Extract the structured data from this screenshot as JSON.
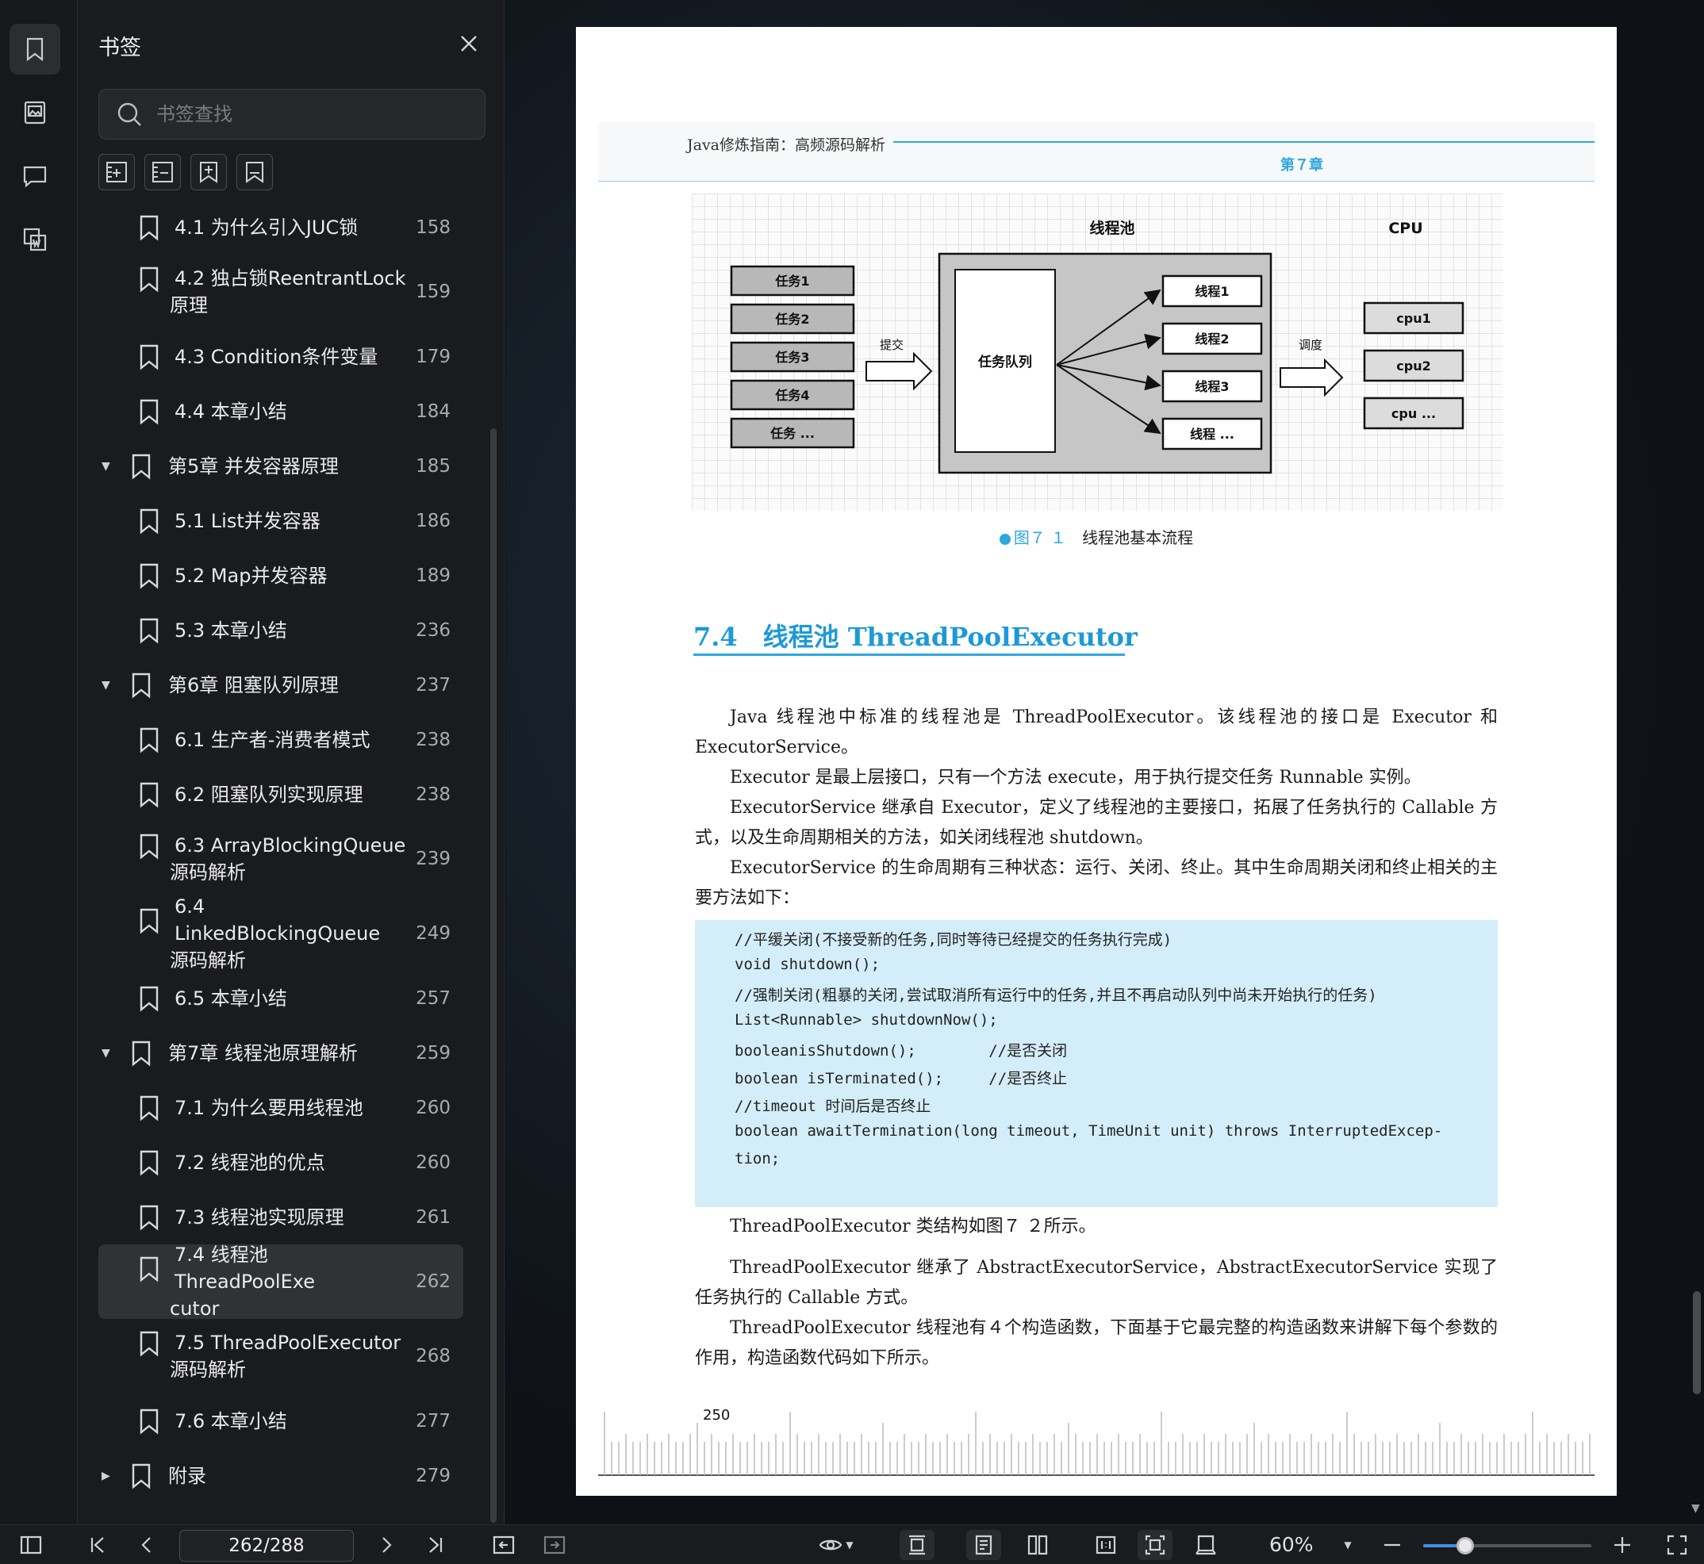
{
  "panel": {
    "title": "书签",
    "search_placeholder": "书签查找"
  },
  "toc": [
    {
      "label": "4.1 为什么引入JUC锁",
      "page": "158",
      "level": 2
    },
    {
      "label": "4.2 独占锁ReentrantLock原理",
      "page": "159",
      "level": 2,
      "lines": [
        "4.2 独占锁ReentrantLock",
        "原理"
      ]
    },
    {
      "label": "4.3 Condition条件变量",
      "page": "179",
      "level": 2
    },
    {
      "label": "4.4 本章小结",
      "page": "184",
      "level": 2
    },
    {
      "label": "第5章 并发容器原理",
      "page": "185",
      "level": 1,
      "expanded": true
    },
    {
      "label": "5.1 List并发容器",
      "page": "186",
      "level": 2
    },
    {
      "label": "5.2 Map并发容器",
      "page": "189",
      "level": 2
    },
    {
      "label": "5.3 本章小结",
      "page": "236",
      "level": 2
    },
    {
      "label": "第6章 阻塞队列原理",
      "page": "237",
      "level": 1,
      "expanded": true
    },
    {
      "label": "6.1 生产者-消费者模式",
      "page": "238",
      "level": 2
    },
    {
      "label": "6.2 阻塞队列实现原理",
      "page": "238",
      "level": 2
    },
    {
      "label": "6.3 ArrayBlockingQueue源码解析",
      "page": "239",
      "level": 2,
      "lines": [
        "6.3 ArrayBlockingQueue",
        "源码解析"
      ]
    },
    {
      "label": "6.4 LinkedBlockingQueue源码解析",
      "page": "249",
      "level": 2,
      "lines": [
        "6.4 LinkedBlockingQueue",
        "源码解析"
      ]
    },
    {
      "label": "6.5 本章小结",
      "page": "257",
      "level": 2
    },
    {
      "label": "第7章 线程池原理解析",
      "page": "259",
      "level": 1,
      "expanded": true
    },
    {
      "label": "7.1 为什么要用线程池",
      "page": "260",
      "level": 2
    },
    {
      "label": "7.2 线程池的优点",
      "page": "260",
      "level": 2
    },
    {
      "label": "7.3 线程池实现原理",
      "page": "261",
      "level": 2
    },
    {
      "label": "7.4 线程池ThreadPoolExecutor",
      "page": "262",
      "level": 2,
      "selected": true,
      "lines": [
        "7.4 线程池ThreadPoolExe",
        "cutor"
      ]
    },
    {
      "label": "7.5 ThreadPoolExecutor源码解析",
      "page": "268",
      "level": 2,
      "lines": [
        "7.5 ThreadPoolExecutor",
        "源码解析"
      ]
    },
    {
      "label": "7.6 本章小结",
      "page": "277",
      "level": 2
    },
    {
      "label": "附录",
      "page": "279",
      "level": 1,
      "expanded": false
    }
  ],
  "document": {
    "header_book": "Java修炼指南：高频源码解析",
    "header_chapter": "第７章",
    "diagram": {
      "pool_label": "线程池",
      "cpu_label": "CPU",
      "tasks": [
        "任务1",
        "任务2",
        "任务3",
        "任务4",
        "任务 ..."
      ],
      "submit_label": "提交",
      "queue_label": "任务队列",
      "threads": [
        "线程1",
        "线程2",
        "线程3",
        "线程 ..."
      ],
      "schedule_label": "调度",
      "cpus": [
        "cpu1",
        "cpu2",
        "cpu ..."
      ]
    },
    "caption_fig": "图７ １",
    "caption_text": "线程池基本流程",
    "section_title": "7.4　线程池 ThreadPoolExecutor",
    "para1": "Java 线程池中标准的线程池是 ThreadPoolExecutor。该线程池的接口是 Executor 和 ExecutorService。",
    "para2": "Executor 是最上层接口，只有一个方法 execute，用于执行提交任务 Runnable 实例。",
    "para3": "ExecutorService 继承自 Executor，定义了线程池的主要接口，拓展了任务执行的 Callable 方式，以及生命周期相关的方法，如关闭线程池 shutdown。",
    "para4": "ExecutorService 的生命周期有三种状态：运行、关闭、终止。其中生命周期关闭和终止相关的主要方法如下：",
    "code": [
      "//平缓关闭(不接受新的任务,同时等待已经提交的任务执行完成)",
      "void shutdown();",
      "//强制关闭(粗暴的关闭,尝试取消所有运行中的任务,并且不再启动队列中尚未开始执行的任务)",
      "List<Runnable> shutdownNow();",
      "booleanisShutdown();        //是否关闭",
      "boolean isTerminated();     //是否终止",
      "//timeout 时间后是否终止",
      "boolean awaitTermination(long timeout, TimeUnit unit) throws InterruptedExcep-",
      "tion;"
    ],
    "para5": "ThreadPoolExecutor 类结构如图７ ２所示。",
    "para6": "ThreadPoolExecutor 继承了 AbstractExecutorService，AbstractExecutorService 实现了任务执行的 Callable 方式。",
    "para7": "ThreadPoolExecutor 线程池有４个构造函数，下面基于它最完整的构造函数来讲解下每个参数的作用，构造函数代码如下所示。",
    "page_number": "250"
  },
  "toolbar": {
    "page_indicator": "262/288",
    "zoom": "60%",
    "zoom_fraction": 0.25
  },
  "colors": {
    "accent": "#2ea7e0",
    "code_bg": "#d4eef9",
    "slider": "#3b8ff0"
  }
}
